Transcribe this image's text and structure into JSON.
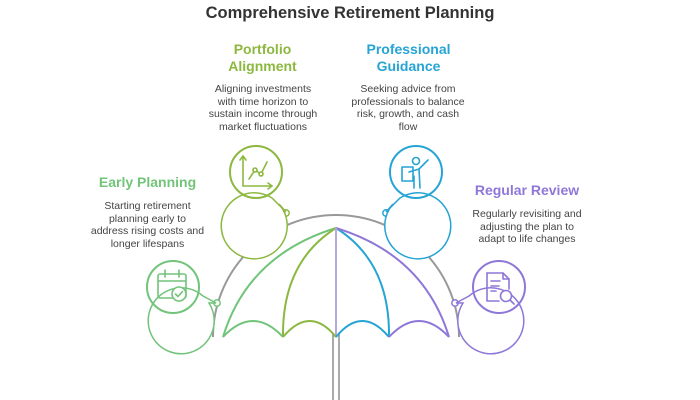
{
  "title": "Comprehensive Retirement Planning",
  "colors": {
    "green": "#72c47a",
    "lime": "#8cb840",
    "blue": "#26a4d4",
    "violet": "#8e77d8",
    "handle": "#aaaaaa",
    "arc": "#999999",
    "text": "#333333"
  },
  "items": [
    {
      "heading": "Early Planning",
      "description": [
        "Starting retirement",
        "planning early to",
        "address rising costs and",
        "longer lifespans"
      ],
      "icon": "calendar-check-icon",
      "color": "#72c47a"
    },
    {
      "heading": [
        "Portfolio",
        "Alignment"
      ],
      "description": [
        "Aligning investments",
        "with time horizon to",
        "sustain income through",
        "market fluctuations"
      ],
      "icon": "growth-chart-icon",
      "color": "#8cb840"
    },
    {
      "heading": [
        "Professional",
        "Guidance"
      ],
      "description": [
        "Seeking advice from",
        "professionals to balance",
        "risk, growth, and cash",
        "flow"
      ],
      "icon": "presenter-icon",
      "color": "#26a4d4"
    },
    {
      "heading": "Regular Review",
      "description": [
        "Regularly revisiting and",
        "adjusting the plan to",
        "adapt to life changes"
      ],
      "icon": "document-search-icon",
      "color": "#8e77d8"
    }
  ]
}
